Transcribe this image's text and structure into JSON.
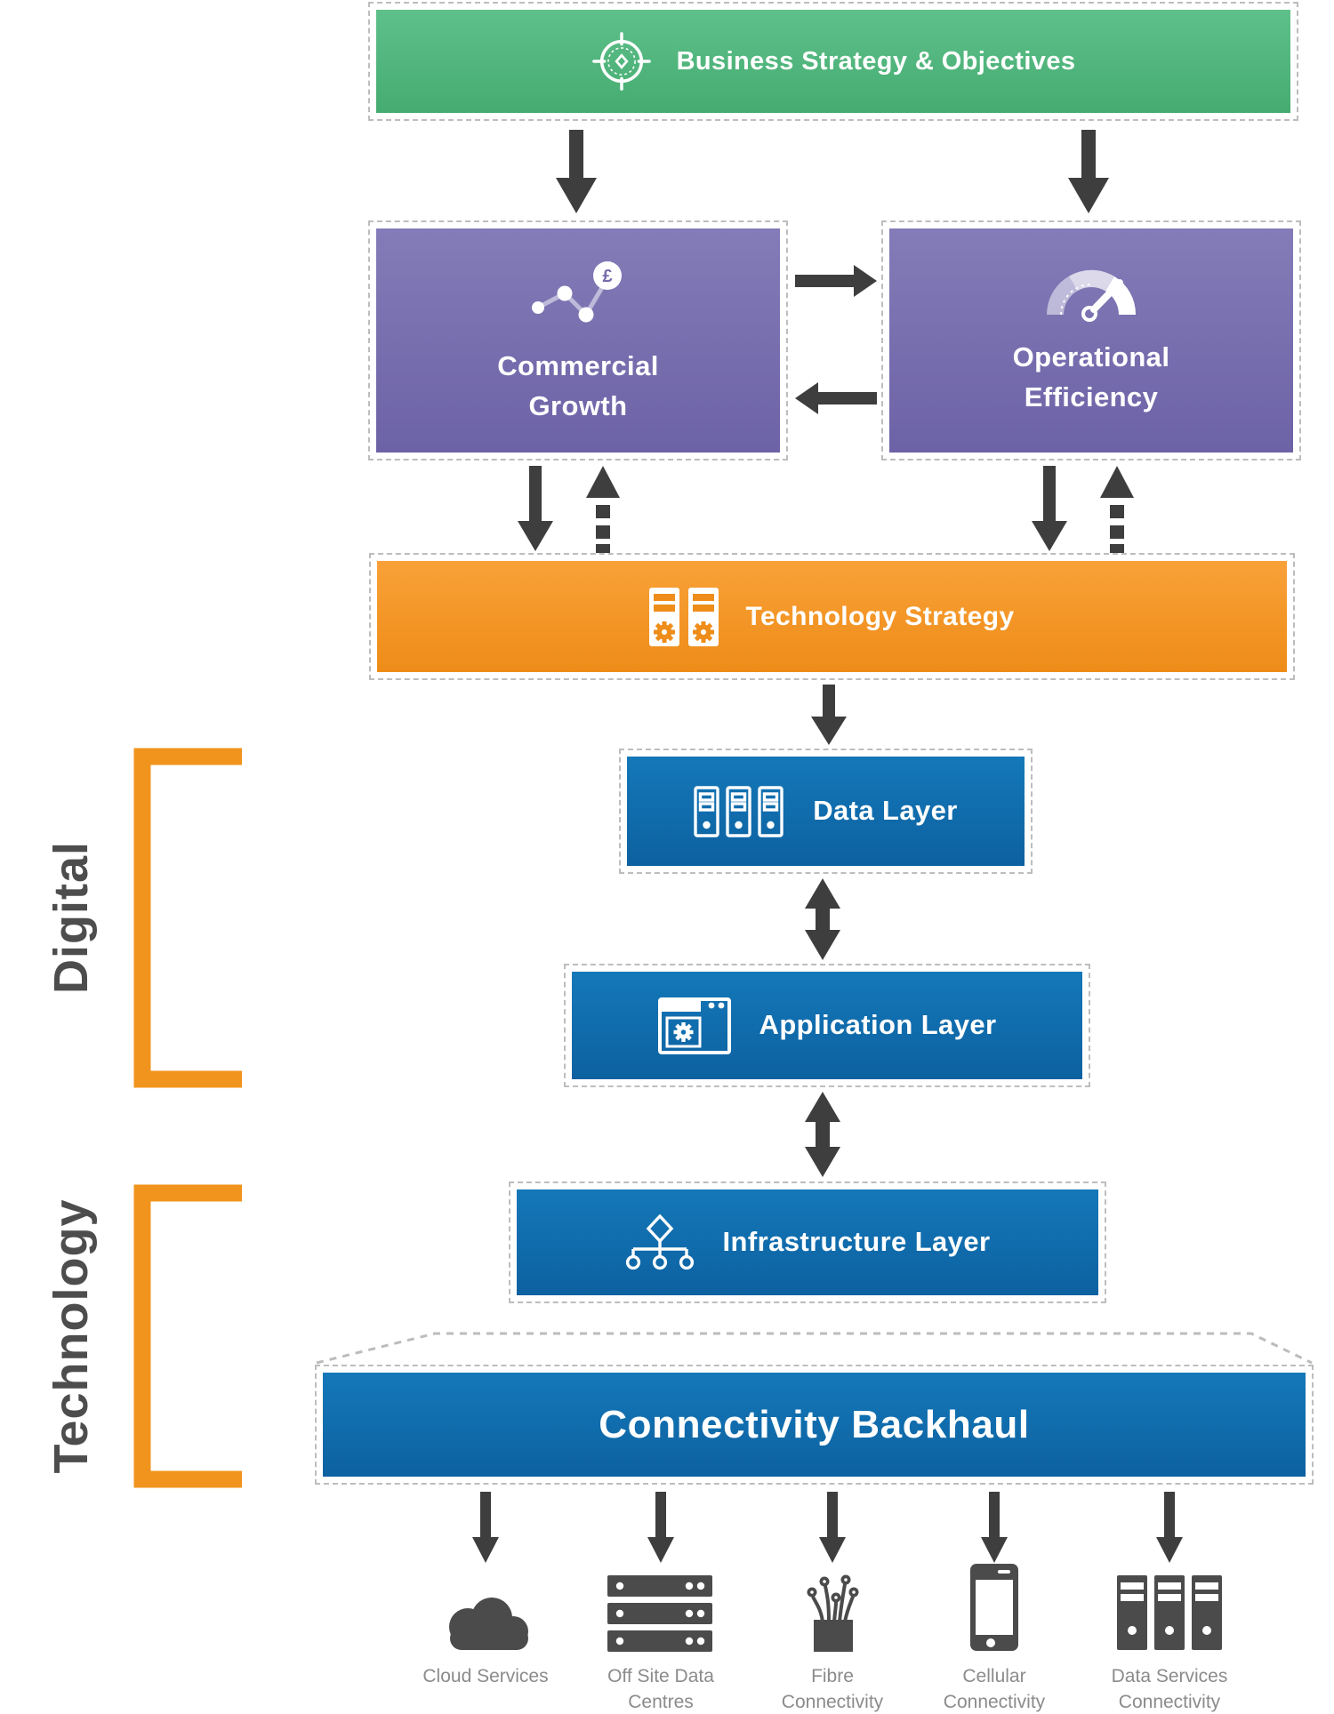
{
  "diagram": {
    "title_box": {
      "label": "Business Strategy & Objectives"
    },
    "drivers": {
      "commercial_growth": {
        "lines": [
          "Commercial",
          "Growth"
        ]
      },
      "operational_efficiency": {
        "lines": [
          "Operational",
          "Efficiency"
        ]
      }
    },
    "technology_strategy": {
      "label": "Technology Strategy"
    },
    "layers": {
      "data": {
        "label": "Data Layer"
      },
      "application": {
        "label": "Application Layer"
      },
      "infrastructure": {
        "label": "Infrastructure Layer"
      },
      "connectivity": {
        "label": "Connectivity Backhaul"
      }
    },
    "groups": {
      "digital": "Digital",
      "technology": "Technology"
    },
    "endpoints": [
      {
        "lines": [
          "Cloud Services"
        ]
      },
      {
        "lines": [
          "Off Site Data",
          "Centres"
        ]
      },
      {
        "lines": [
          "Fibre",
          "Connectivity"
        ]
      },
      {
        "lines": [
          "Cellular",
          "Connectivity"
        ]
      },
      {
        "lines": [
          "Data Services",
          "Connectivity"
        ]
      }
    ],
    "currency_symbol": "£"
  },
  "colors": {
    "green": "#4db67c",
    "purple": "#7a70b0",
    "orange_box": "#f3931f",
    "blue": "#1071b1",
    "arrow": "#3e3e3e",
    "bracket_orange": "#f1941d",
    "dashed_border": "#bdbdbd",
    "endpoint_icon": "#4b4b4b",
    "endpoint_label": "#8b8b8b",
    "side_label": "#4d4d4d"
  }
}
